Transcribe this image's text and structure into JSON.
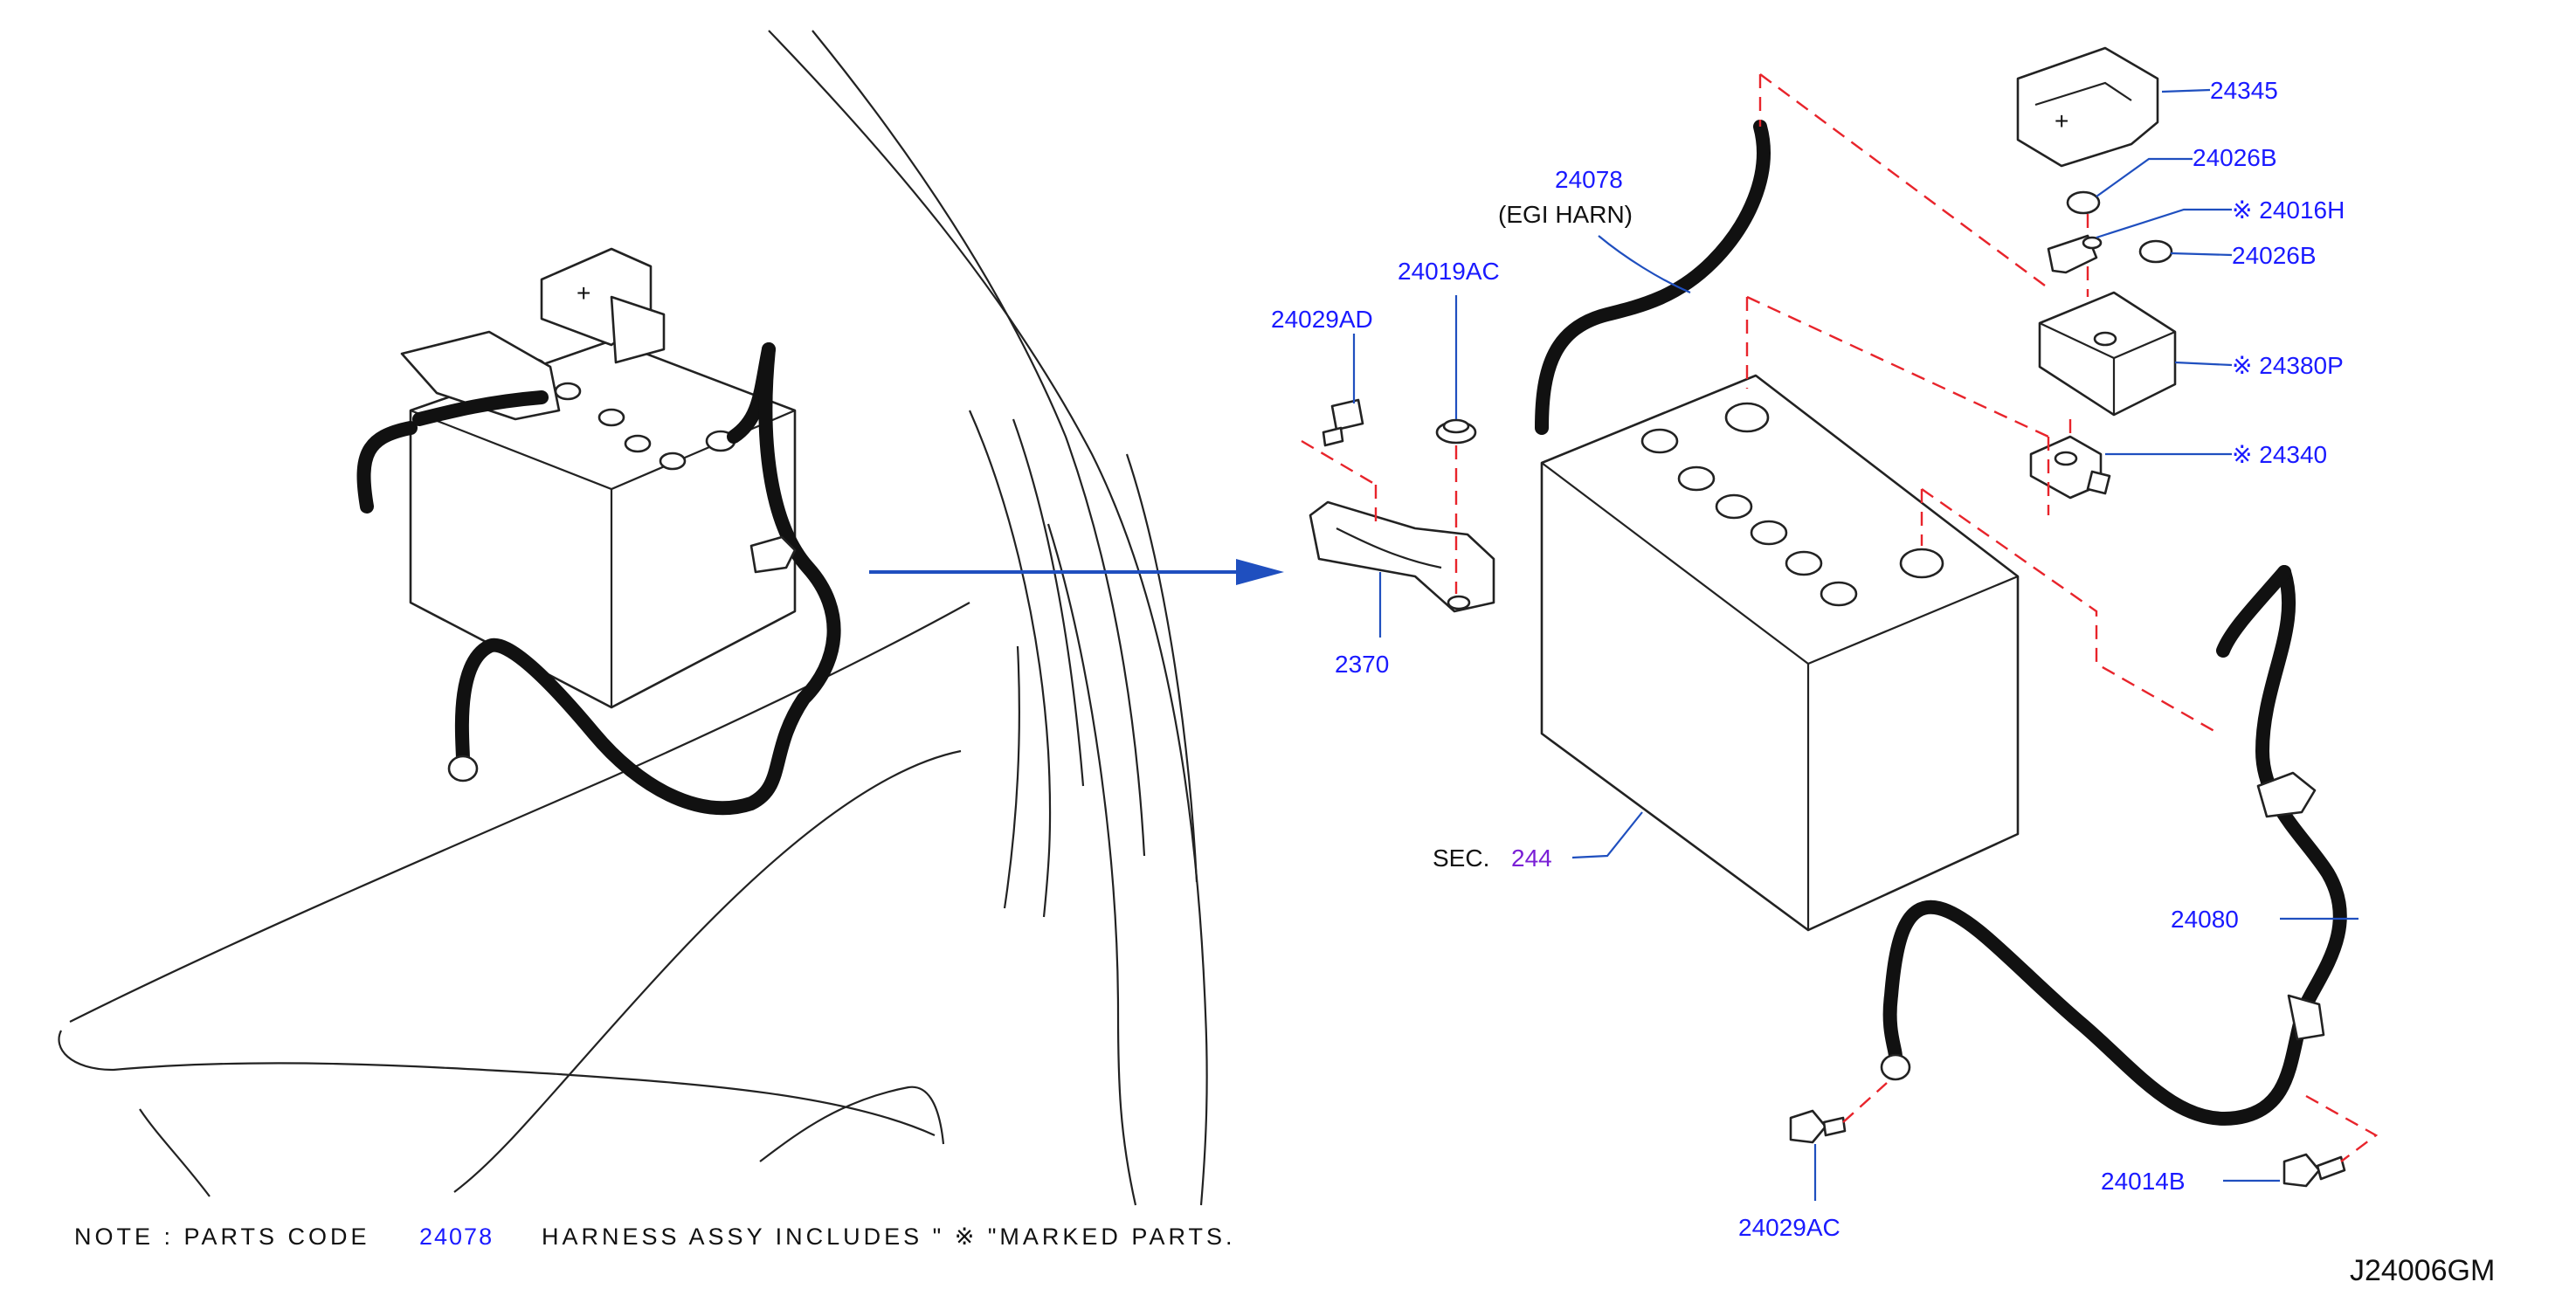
{
  "labels": {
    "egi_harn_code": "24078",
    "egi_harn_name": "(EGI   HARN)",
    "nut_top": "24026B",
    "cover": "24345",
    "terminal_h": "※ 24016H",
    "nut_second": "24026B",
    "fusible_link": "※ 24380P",
    "terminal_clamp": "※ 24340",
    "bolt_ad": "24029AD",
    "nut_ac": "24019AC",
    "frame": "2​370",
    "sec_prefix": "SEC.",
    "sec_number": "244",
    "cable": "24080",
    "bolt_bottom": "24014B",
    "bolt_ac": "24029AC"
  },
  "note": {
    "prefix": "NOTE  :  PARTS   CODE",
    "code": "24078",
    "suffix": "HARNESS   ASSY      INCLUDES  \"  ※       \"MARKED   PARTS."
  },
  "diagram_code": "J24006GM",
  "colors": {
    "part_label": "#1a1aff",
    "section_ref": "#7a1fd6",
    "assembly_dash": "#e8242b",
    "arrow": "#1f4fbf"
  }
}
